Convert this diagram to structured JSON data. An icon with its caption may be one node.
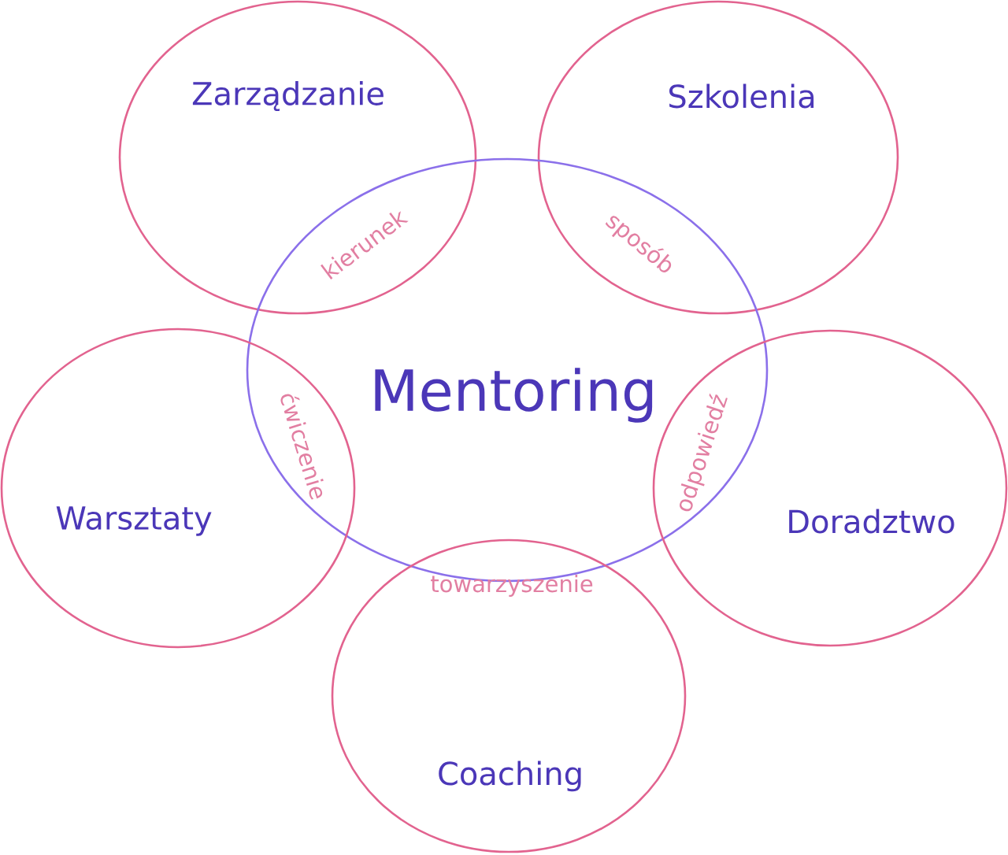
{
  "diagram": {
    "nodes": [
      {
        "text": [
          "Zarządzanie"
        ]
      },
      {
        "text": [
          "Szkolenia"
        ]
      },
      {
        "text": [
          "Mentoring"
        ]
      },
      {
        "text": [
          "Warsztaty"
        ]
      },
      {
        "text": [
          "Doradztwo"
        ]
      },
      {
        "text": [
          "Coaching"
        ]
      }
    ],
    "labels": [
      "kierunek",
      "sposób",
      "ćwiczenie",
      "odpowiedź",
      "towarzyszenie"
    ]
  }
}
